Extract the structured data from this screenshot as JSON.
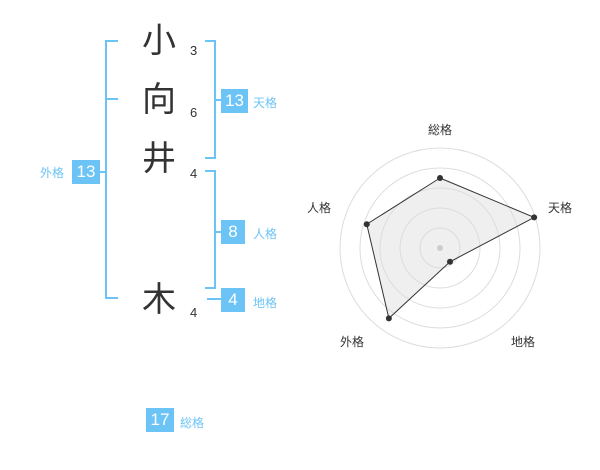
{
  "name": {
    "chars": [
      {
        "char": "小",
        "strokes": "3"
      },
      {
        "char": "向",
        "strokes": "6"
      },
      {
        "char": "井",
        "strokes": "4"
      },
      {
        "char": "木",
        "strokes": "4"
      }
    ]
  },
  "kakaku": {
    "tenkaku": {
      "label": "天格",
      "value": "13"
    },
    "jinkaku": {
      "label": "人格",
      "value": "8"
    },
    "chikaku": {
      "label": "地格",
      "value": "4"
    },
    "gaikaku": {
      "label": "外格",
      "value": "13"
    },
    "soukaku": {
      "label": "総格",
      "value": "17"
    }
  },
  "colors": {
    "accent": "#6cc4f6",
    "text": "#333333",
    "grid": "#dddddd",
    "fill": "#eeeeee"
  },
  "chart_data": {
    "type": "radar",
    "axes": [
      "総格",
      "天格",
      "地格",
      "外格",
      "人格"
    ],
    "values": [
      0.7,
      0.99,
      0.17,
      0.87,
      0.77
    ],
    "rings": 5
  }
}
